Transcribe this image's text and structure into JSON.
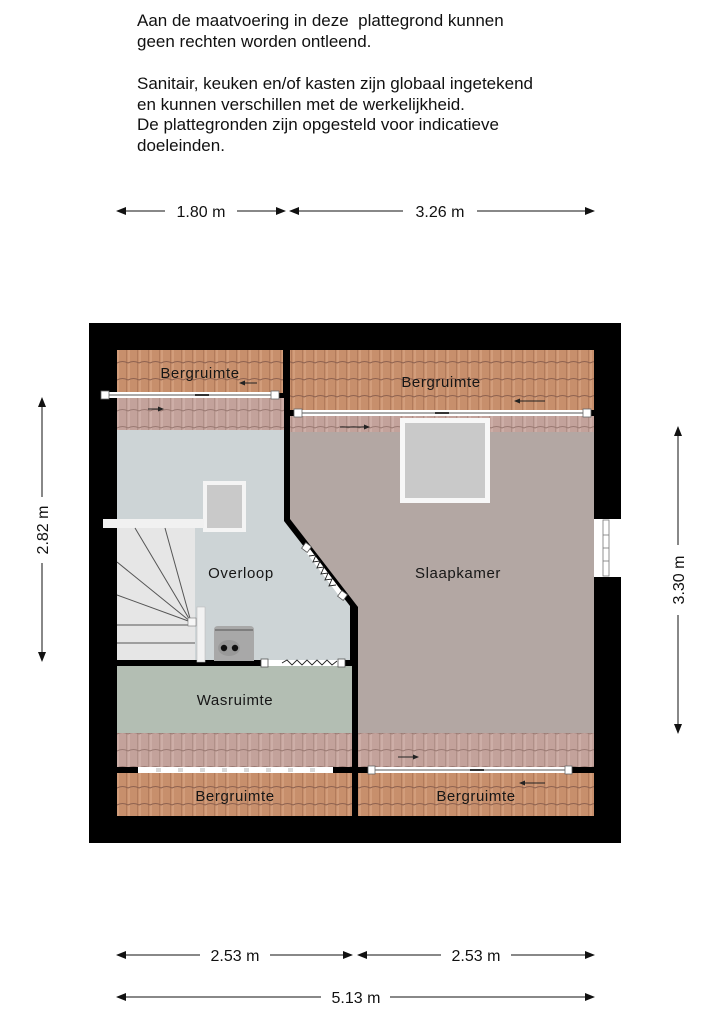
{
  "notes": {
    "paragraph1": [
      "Aan de maatvoering in deze  plattegrond kunnen",
      "geen rechten worden ontleend."
    ],
    "paragraph2": [
      "Sanitair, keuken en/of kasten zijn globaal ingetekend",
      "en kunnen verschillen met de werkelijkheid.",
      "De plattegronden zijn opgesteld voor indicatieve",
      "doeleinden."
    ]
  },
  "dimensions": {
    "top_left": "1.80 m",
    "top_right": "3.26 m",
    "left_height": "2.82 m",
    "right_height": "3.30 m",
    "bottom_left": "2.53 m",
    "bottom_right": "2.53 m",
    "bottom_total": "5.13 m"
  },
  "rooms": {
    "storage_top_left": "Bergruimte",
    "storage_top_right": "Bergruimte",
    "landing": "Overloop",
    "bedroom": "Slaapkamer",
    "laundry": "Wasruimte",
    "storage_bottom_left": "Bergruimte",
    "storage_bottom_right": "Bergruimte"
  },
  "colors": {
    "wall": "#000000",
    "landing": "#cdd4d6",
    "bedroom": "#b3a7a3",
    "laundry": "#b3beb3",
    "skylight": "#c9c9c9",
    "stairs": "#e6e6e6",
    "boiler": "#a8a8a8"
  }
}
